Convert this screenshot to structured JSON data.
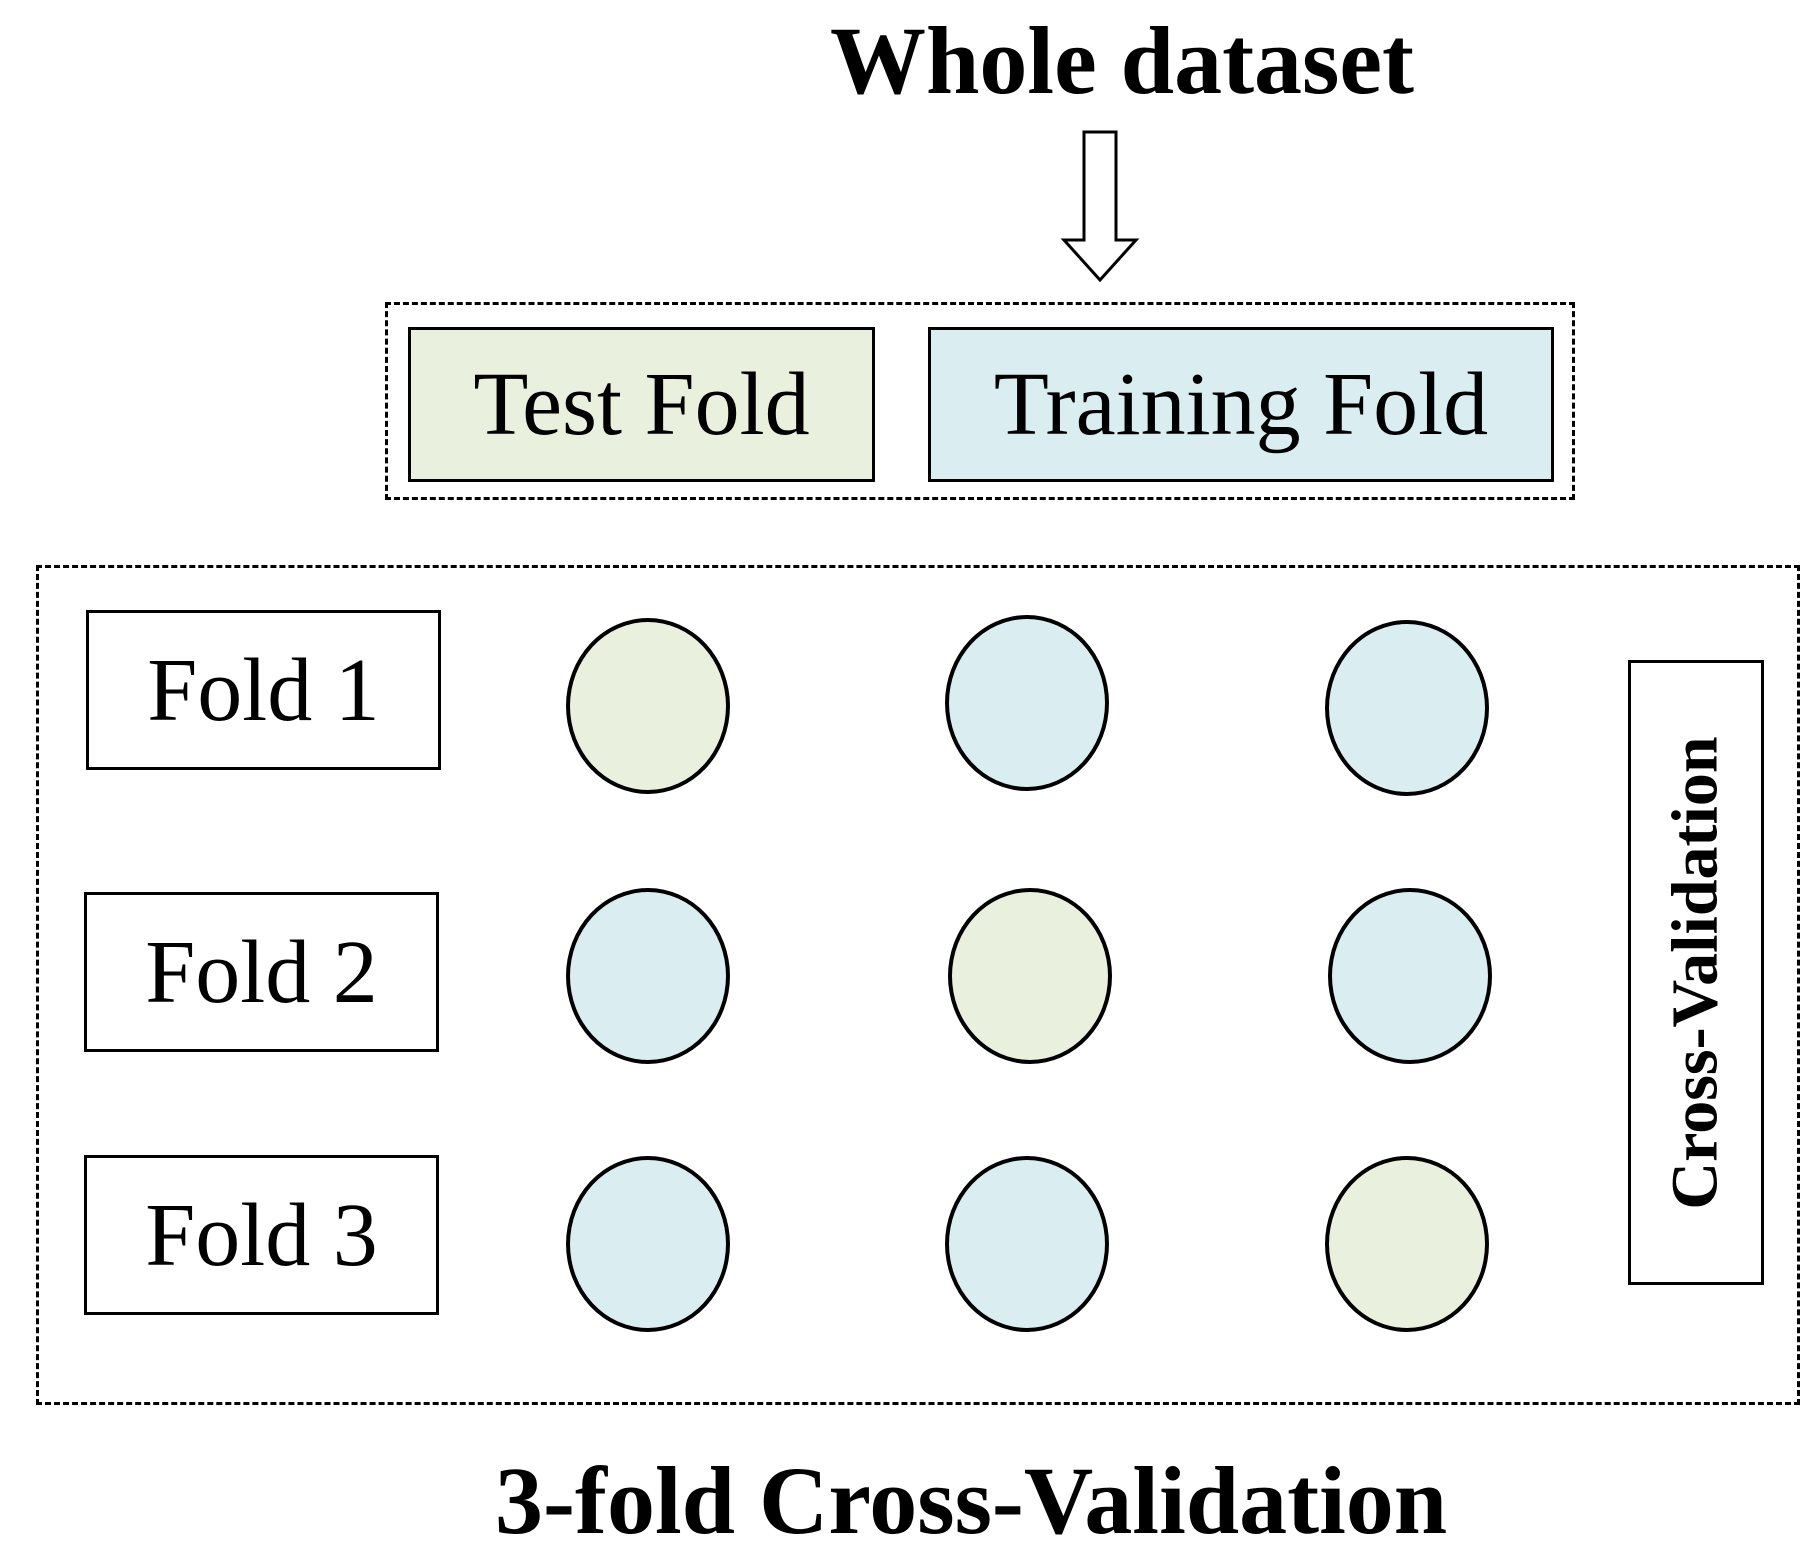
{
  "title": "Whole dataset",
  "legend": {
    "test": "Test Fold",
    "training": "Training Fold"
  },
  "folds": [
    {
      "label": "Fold 1",
      "cells": [
        "test",
        "training",
        "training"
      ]
    },
    {
      "label": "Fold 2",
      "cells": [
        "training",
        "test",
        "training"
      ]
    },
    {
      "label": "Fold 3",
      "cells": [
        "training",
        "training",
        "test"
      ]
    }
  ],
  "side_label": "Cross-Validation",
  "caption": "3-fold Cross-Validation",
  "colors": {
    "test": "#e9f0de",
    "training": "#daeef2"
  }
}
